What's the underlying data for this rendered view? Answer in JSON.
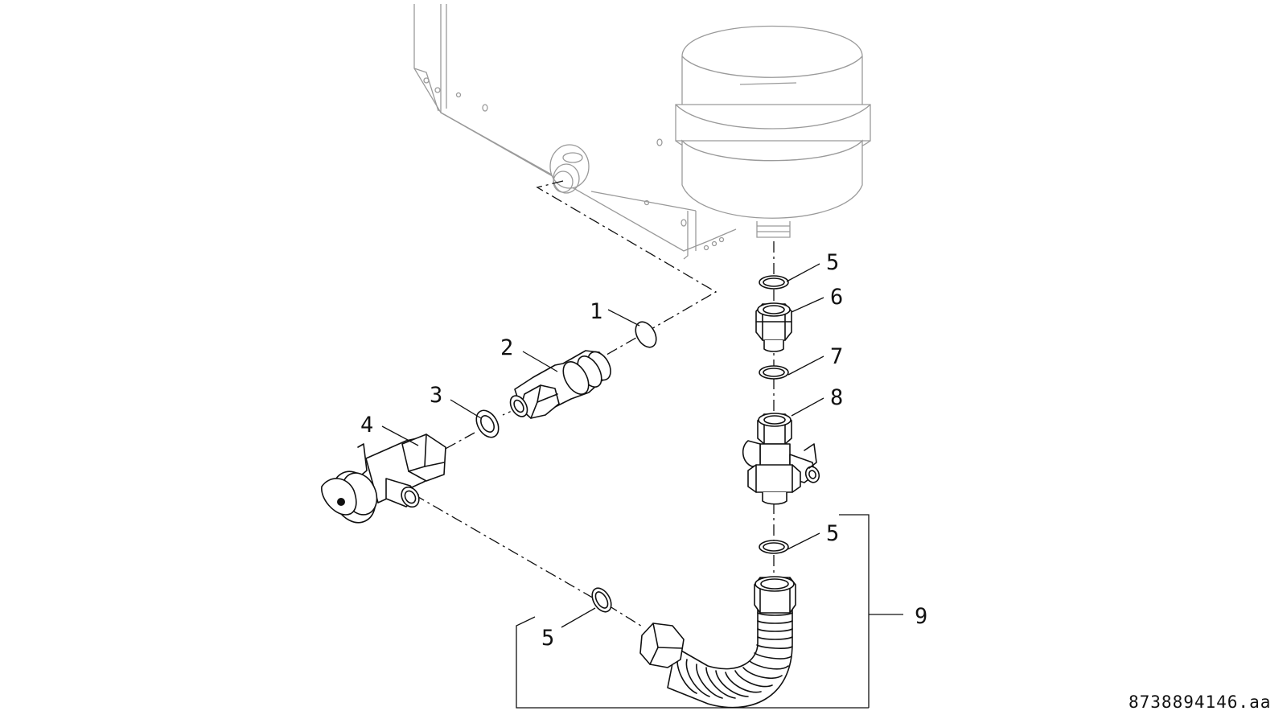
{
  "figure": {
    "document_number": "8738894146.aa"
  },
  "callouts": {
    "c1": "1",
    "c2": "2",
    "c3": "3",
    "c4": "4",
    "c5_top": "5",
    "c6": "6",
    "c7": "7",
    "c8": "8",
    "c5_mid": "5",
    "c5_bottom": "5",
    "c9": "9"
  },
  "colors": {
    "line": "#111111",
    "context_line": "#9a9a9a",
    "background": "#ffffff"
  }
}
